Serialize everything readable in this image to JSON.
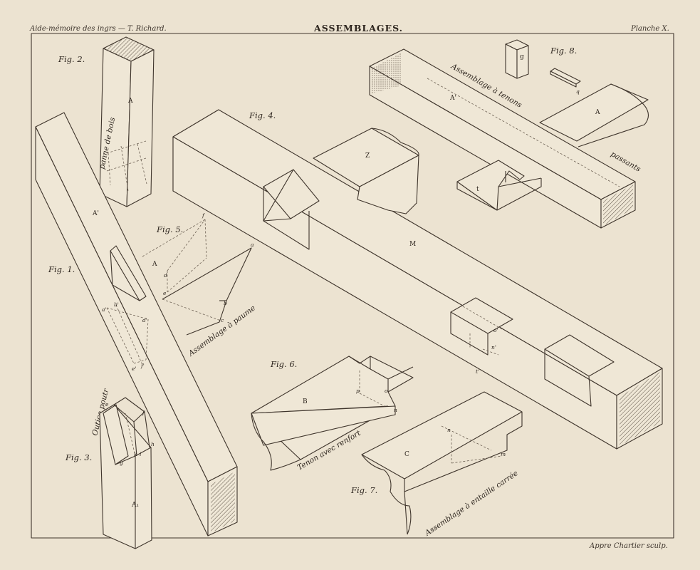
{
  "header": {
    "left": "Aide-mémoire des ingrs — T. Richard.",
    "title": "ASSEMBLAGES.",
    "right": "Planche X."
  },
  "footer": {
    "credit": "Appre Chartier sculp."
  },
  "figures": {
    "fig1": "Fig. 1.",
    "fig2": "Fig. 2.",
    "fig3": "Fig. 3.",
    "fig4": "Fig. 4.",
    "fig5": "Fig. 5.",
    "fig6": "Fig. 6.",
    "fig7": "Fig. 7.",
    "fig8": "Fig. 8."
  },
  "captions": {
    "panne": "panne de bois",
    "poutre": "Outice poutr",
    "paume": "Assemblage à paume",
    "tenons": "Assemblage à tenons",
    "passants": "passants",
    "renfort": "Tenon avec renfort",
    "entaille": "Assemblage à entaille carrée"
  },
  "labels": {
    "A": "A",
    "A_prime": "A'",
    "A1": "A₁",
    "Z": "Z",
    "M": "M",
    "B": "B",
    "C": "C",
    "t": "t",
    "g": "g",
    "q": "q",
    "f": "f",
    "a": "a",
    "b": "b",
    "c": "c",
    "d": "d",
    "e": "e",
    "h": "h",
    "i": "i",
    "k": "k",
    "m": "m",
    "n": "n",
    "o": "o",
    "p": "p",
    "a_p": "a'",
    "b_p": "b'",
    "d_p": "d'",
    "e_p": "e'",
    "f_p": "f'",
    "n_p": "n'",
    "o_p": "o'",
    "t_p": "t'"
  },
  "colors": {
    "paper": "#ece3d1",
    "ink": "#3f352c"
  }
}
